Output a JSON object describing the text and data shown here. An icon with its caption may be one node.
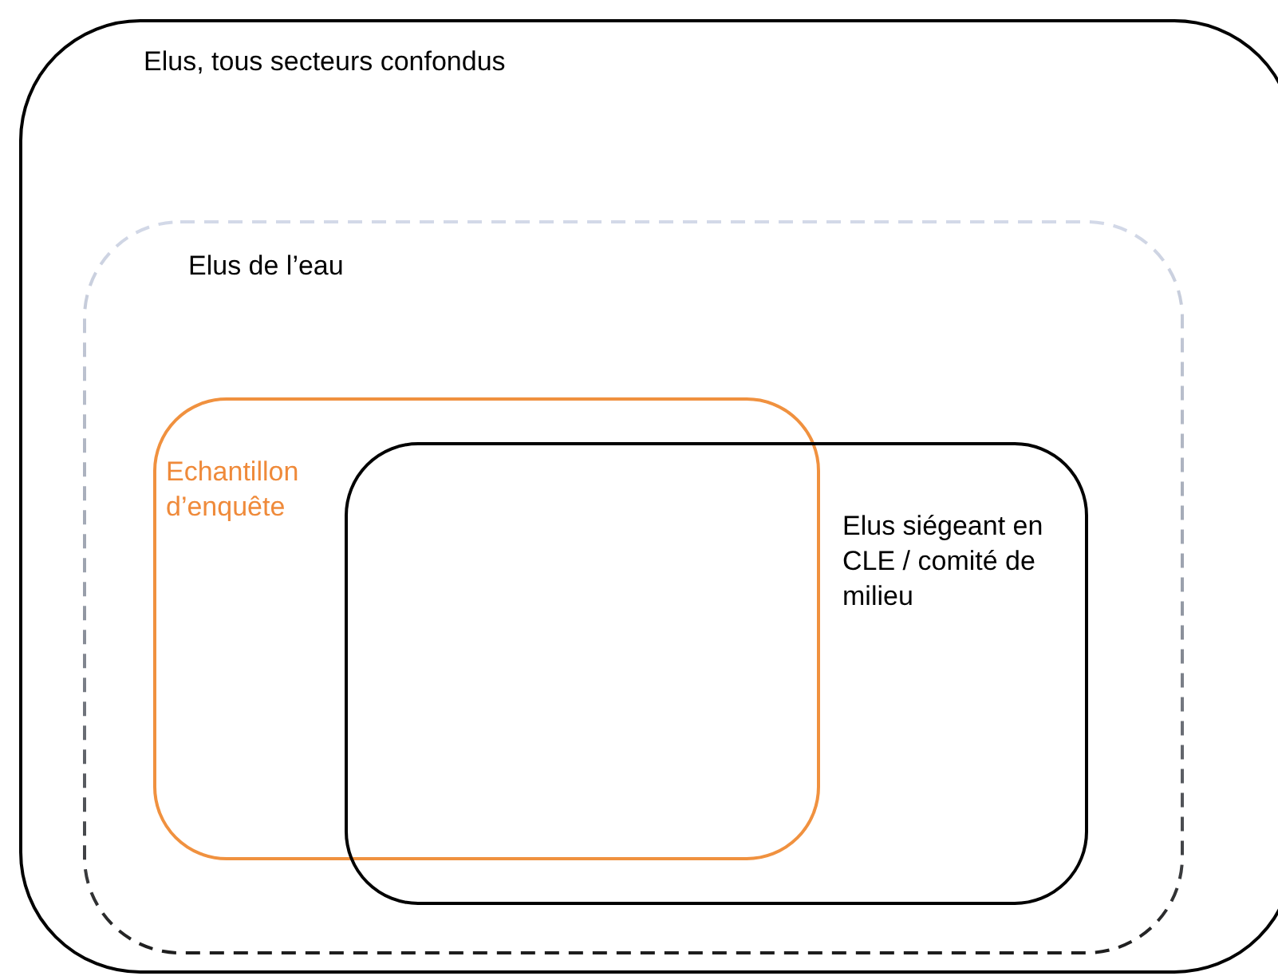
{
  "diagram": {
    "nodes": [
      {
        "text": [
          "Elus, tous secteurs confondus"
        ]
      },
      {
        "text": [
          "Elus de l’eau"
        ],
        "in": 0
      },
      {
        "text": [
          "Echantillon d’enquête"
        ],
        "in": 1
      },
      {
        "text": [
          "Elus siégeant en CLE / comité de milieu"
        ],
        "in": 1
      }
    ],
    "edges": []
  }
}
